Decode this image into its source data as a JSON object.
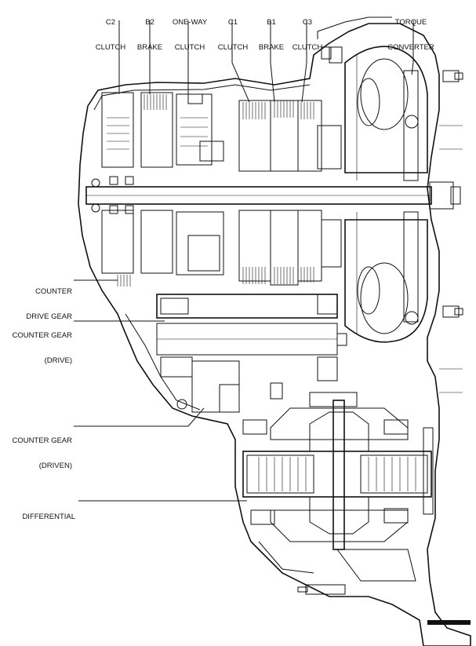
{
  "labels": {
    "c2_clutch": [
      "C2",
      "CLUTCH"
    ],
    "b2_brake": [
      "B2",
      "BRAKE"
    ],
    "one_way_clutch": [
      "ONE-WAY",
      "CLUTCH"
    ],
    "c1_clutch": [
      "C1",
      "CLUTCH"
    ],
    "b1_brake": [
      "B1",
      "BRAKE"
    ],
    "c3_clutch": [
      "C3",
      "CLUTCH"
    ],
    "torque_converter": [
      "TORQUE",
      "CONVERTER"
    ],
    "counter_drive_gear": [
      "COUNTER",
      "DRIVE GEAR"
    ],
    "counter_gear_drive": [
      "COUNTER GEAR",
      "(DRIVE)"
    ],
    "counter_gear_driven": [
      "COUNTER GEAR",
      "(DRIVEN)"
    ],
    "differential": [
      "DIFFERENTIAL"
    ]
  },
  "colors": {
    "ink": "#111111",
    "background": "#ffffff"
  }
}
